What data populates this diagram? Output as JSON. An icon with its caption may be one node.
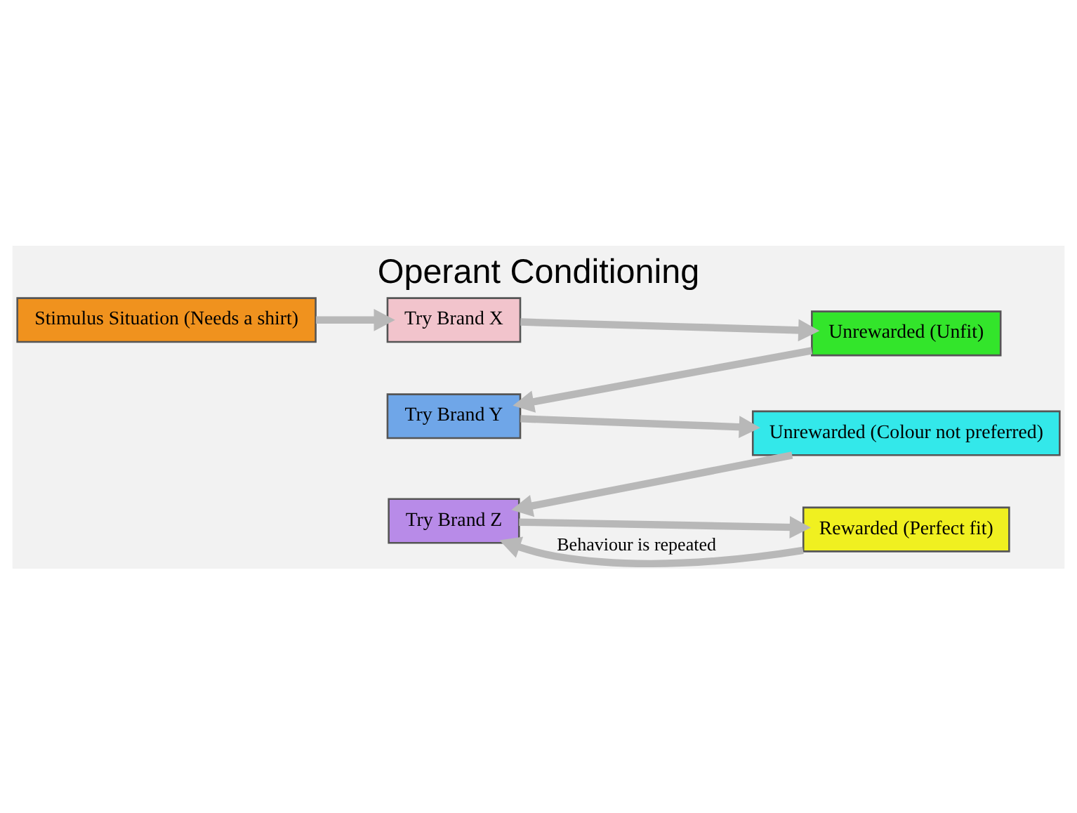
{
  "diagram": {
    "title": "Operant Conditioning",
    "nodes": [
      {
        "text": [
          "Stimulus Situation (Needs a shirt)"
        ]
      },
      {
        "text": [
          "Try Brand X"
        ]
      },
      {
        "text": [
          "Unrewarded (Unfit)"
        ]
      },
      {
        "text": [
          "Try Brand Y"
        ]
      },
      {
        "text": [
          "Unrewarded (Colour not preferred)"
        ]
      },
      {
        "text": [
          "Try Brand Z"
        ]
      },
      {
        "text": [
          "Rewarded (Perfect fit)"
        ]
      }
    ],
    "edges": [
      {
        "from": 0,
        "to": 1,
        "arrow": "to"
      },
      {
        "from": 1,
        "to": 2,
        "arrow": "to"
      },
      {
        "from": 2,
        "to": 3,
        "arrow": "to"
      },
      {
        "from": 3,
        "to": 4,
        "arrow": "to"
      },
      {
        "from": 4,
        "to": 5,
        "arrow": "to"
      },
      {
        "from": 5,
        "to": 6,
        "arrow": "to"
      },
      {
        "from": 6,
        "to": 5,
        "arrow": "to",
        "label": "Behaviour is repeated"
      }
    ]
  }
}
